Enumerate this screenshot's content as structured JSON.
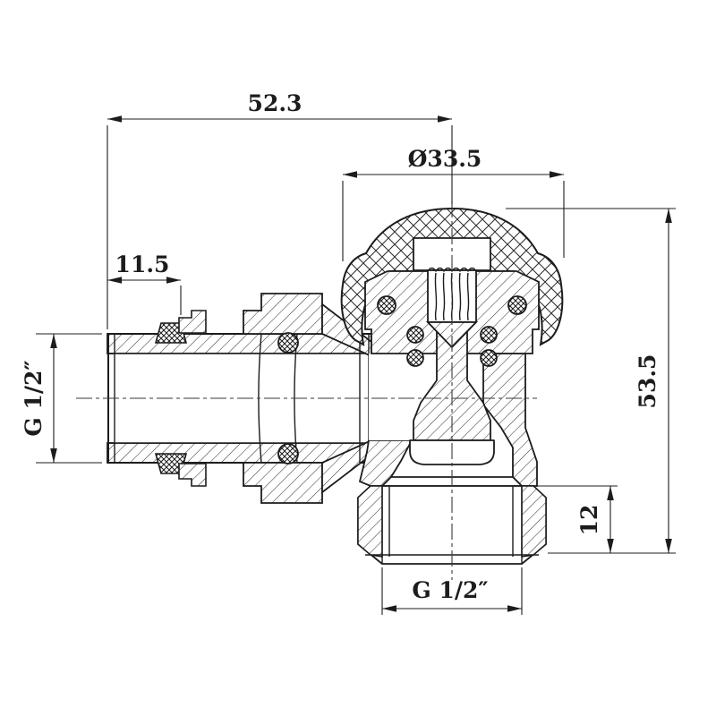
{
  "drawing": {
    "type": "technical-drawing",
    "subject": "angle radiator valve cross-section",
    "colors": {
      "background": "#ffffff",
      "line": "#1c1c1c"
    },
    "dim_labels": {
      "width_overall": "52.3",
      "knob_diameter": "Ø33.5",
      "tail_length": "11.5",
      "thread_left": "G 1/2″",
      "height_overall": "53.5",
      "nut_height": "12",
      "thread_bottom": "G 1/2″"
    }
  }
}
